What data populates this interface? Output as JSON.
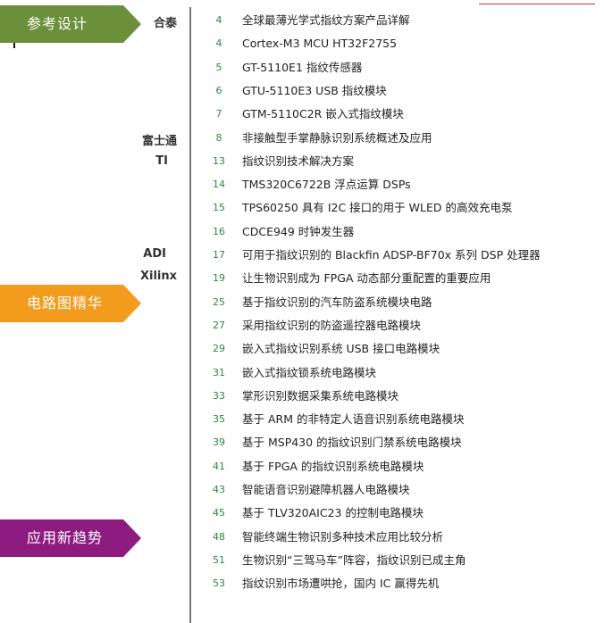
{
  "sections": {
    "reference": "参考设计",
    "circuits": "电路图精华",
    "trends": "应用新趋势"
  },
  "companies": {
    "holtek": "合泰",
    "fujitsu": "富士通",
    "ti": "TI",
    "adi": "ADI",
    "xilinx": "Xilinx"
  },
  "entries": [
    {
      "page": "4",
      "title": "全球最薄光学式指纹方案产品详解"
    },
    {
      "page": "4",
      "title": "Cortex-M3 MCU HT32F2755"
    },
    {
      "page": "5",
      "title": "GT-5110E1 指纹传感器"
    },
    {
      "page": "6",
      "title": "GTU-5110E3 USB 指纹模块"
    },
    {
      "page": "7",
      "title": "GTM-5110C2R 嵌入式指纹模块"
    },
    {
      "page": "8",
      "title": "非接触型手掌静脉识别系统概述及应用"
    },
    {
      "page": "13",
      "title": "指纹识别技术解决方案"
    },
    {
      "page": "14",
      "title": "TMS320C6722B 浮点运算 DSPs"
    },
    {
      "page": "15",
      "title": "TPS60250 具有 I2C 接口的用于 WLED 的高效充电泵"
    },
    {
      "page": "16",
      "title": "CDCE949 时钟发生器"
    },
    {
      "page": "17",
      "title": "可用于指纹识别的 Blackfin ADSP-BF70x 系列 DSP 处理器"
    },
    {
      "page": "19",
      "title": "让生物识别成为 FPGA 动态部分重配置的重要应用"
    },
    {
      "page": "25",
      "title": "基于指纹识别的汽车防盗系统模块电路"
    },
    {
      "page": "27",
      "title": "采用指纹识别的防盗遥控器电路模块"
    },
    {
      "page": "29",
      "title": "嵌入式指纹识别系统 USB 接口电路模块"
    },
    {
      "page": "31",
      "title": "嵌入式指纹锁系统电路模块"
    },
    {
      "page": "33",
      "title": "掌形识别数据采集系统电路模块"
    },
    {
      "page": "35",
      "title": "基于 ARM 的非特定人语音识别系统电路模块"
    },
    {
      "page": "39",
      "title": "基于 MSP430 的指纹识别门禁系统电路模块"
    },
    {
      "page": "41",
      "title": "基于 FPGA 的指纹识别系统电路模块"
    },
    {
      "page": "43",
      "title": "智能语音识别避障机器人电路模块"
    },
    {
      "page": "45",
      "title": "基于 TLV320AIC23 的控制电路模块"
    },
    {
      "page": "48",
      "title": "智能终端生物识别多种技术应用比较分析"
    },
    {
      "page": "51",
      "title": "生物识别“三驾马车”阵容，指纹识别已成主角"
    },
    {
      "page": "53",
      "title": "指纹识别市场遭哄抢，国内 IC 赢得先机"
    }
  ]
}
